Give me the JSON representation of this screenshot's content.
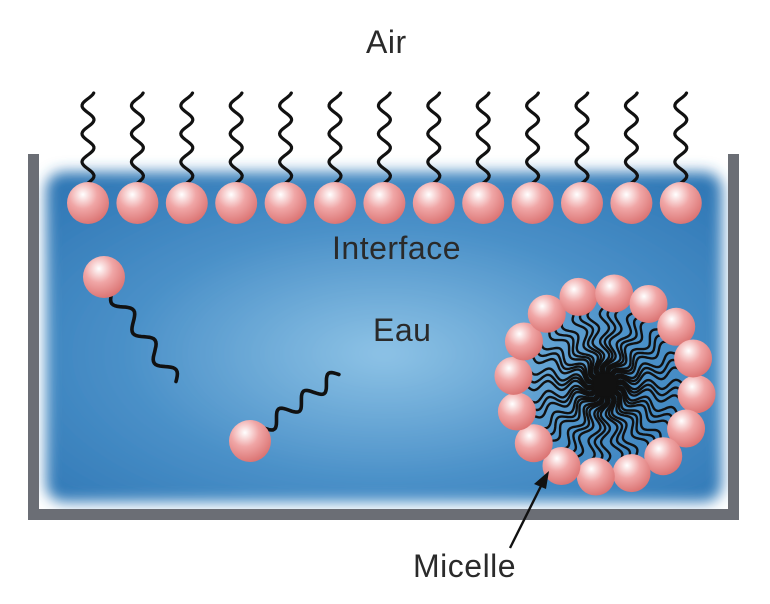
{
  "labels": {
    "air": "Air",
    "interface": "Interface",
    "water": "Eau",
    "micelle": "Micelle"
  },
  "colors": {
    "container_wall": "#6b6e75",
    "water_deep": "#2f77b5",
    "water_light": "#8ec3e6",
    "surfactant_head": "#e88b8b",
    "surfactant_tail": "#111111",
    "text": "#2a2a2a"
  },
  "surfactant_counts": {
    "interface_monolayer": 13,
    "free_in_water": 2,
    "micelle": 16
  }
}
